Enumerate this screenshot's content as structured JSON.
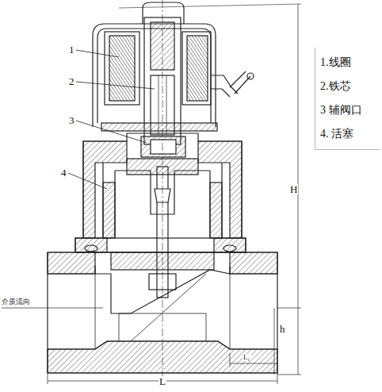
{
  "diagram": {
    "nodes": [
      {
        "text": [
          "1.线圈",
          "2.铁芯",
          "3 辅阀口",
          "4.  活塞"
        ]
      }
    ],
    "labels": [
      "1",
      "2",
      "3",
      "4",
      "介质流向",
      "H",
      "h",
      "L",
      "L₁"
    ]
  }
}
